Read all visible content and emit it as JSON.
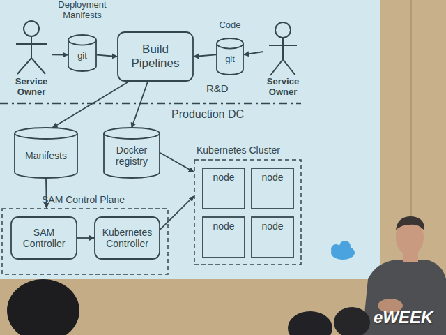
{
  "diagram": {
    "nodes": [
      {
        "text": [
          "Service Owner"
        ]
      },
      {
        "text": [
          "Deployment Manifests",
          "git"
        ]
      },
      {
        "text": [
          "Build Pipelines"
        ]
      },
      {
        "text": [
          "Code",
          "git"
        ]
      },
      {
        "text": [
          "Service Owner"
        ]
      },
      {
        "text": [
          "Manifests"
        ]
      },
      {
        "text": [
          "Docker registry"
        ]
      },
      {
        "text": [
          "Kubernetes Cluster"
        ]
      },
      {
        "text": [
          "node"
        ],
        "in": 7
      },
      {
        "text": [
          "node"
        ],
        "in": 7
      },
      {
        "text": [
          "node"
        ],
        "in": 7
      },
      {
        "text": [
          "node"
        ],
        "in": 7
      },
      {
        "text": [
          "SAM Control Plane"
        ]
      },
      {
        "text": [
          "SAM Controller"
        ],
        "in": 12
      },
      {
        "text": [
          "Kubernetes Controller"
        ],
        "in": 12
      }
    ],
    "edges": [
      {
        "from": 0,
        "to": 1,
        "arrow": "to"
      },
      {
        "from": 1,
        "to": 2,
        "arrow": "to"
      },
      {
        "from": 4,
        "to": 3,
        "arrow": "to"
      },
      {
        "from": 3,
        "to": 2,
        "arrow": "to"
      },
      {
        "from": 2,
        "to": 5,
        "arrow": "to"
      },
      {
        "from": 2,
        "to": 6,
        "arrow": "to"
      },
      {
        "from": 5,
        "to": 12,
        "arrow": "to"
      },
      {
        "from": 13,
        "to": 14,
        "arrow": "to"
      },
      {
        "from": 14,
        "to": 7,
        "arrow": "to"
      },
      {
        "from": 6,
        "to": 7,
        "arrow": "to"
      }
    ],
    "labels": [
      "R&D",
      "Production DC",
      "eWEEK"
    ]
  }
}
